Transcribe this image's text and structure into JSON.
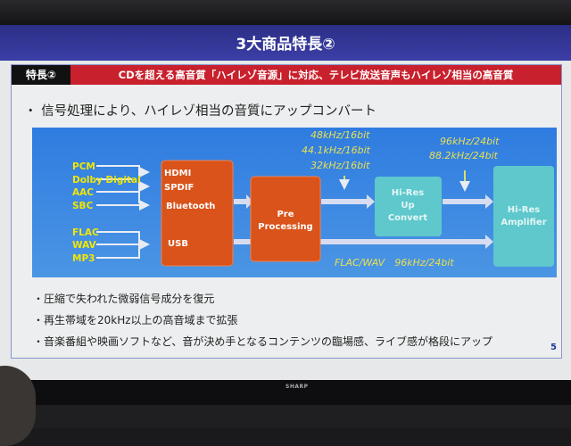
{
  "slide": {
    "title": "3大商品特長②",
    "feature_label": "特長②",
    "feature_headline": "CDを超える高音質「ハイレゾ音源」に対応、テレビ放送音声もハイレゾ相当の高音質",
    "main_bullet": "・ 信号処理により、ハイレゾ相当の音質にアップコンバート",
    "bullets": [
      "・圧縮で失われた微弱信号成分を復元",
      "・再生帯域を20kHz以上の高音域まで拡張",
      "・音楽番組や映画ソフトなど、音が決め手となるコンテンツの臨場感、ライブ感が格段にアップ"
    ],
    "page_number": "5"
  },
  "diagram": {
    "sources": [
      "PCM",
      "Dolby Digital",
      "AAC",
      "SBC",
      "FLAC",
      "WAV",
      "MP3"
    ],
    "inputs": [
      "HDMI",
      "SPDIF",
      "Bluetooth",
      "USB"
    ],
    "pre_processing": [
      "Pre",
      "Processing"
    ],
    "upconvert": [
      "Hi-Res",
      "Up",
      "Convert"
    ],
    "amplifier": [
      "Hi-Res",
      "Amplifier"
    ],
    "input_rates": [
      "48kHz/16bit",
      "44.1kHz/16bit",
      "32kHz/16bit"
    ],
    "output_rates": [
      "96kHz/24bit",
      "88.2kHz/24bit"
    ],
    "direct_path": "FLAC/WAV　96kHz/24bit"
  },
  "tv": {
    "brand": "SHARP"
  },
  "colors": {
    "title_bar": "#3b3ea6",
    "band": "#c8202c",
    "diagram_bg": "#3f86dc",
    "block_orange": "#d9531a",
    "block_teal": "#5ec8cc",
    "label_yellow": "#f2e600"
  }
}
